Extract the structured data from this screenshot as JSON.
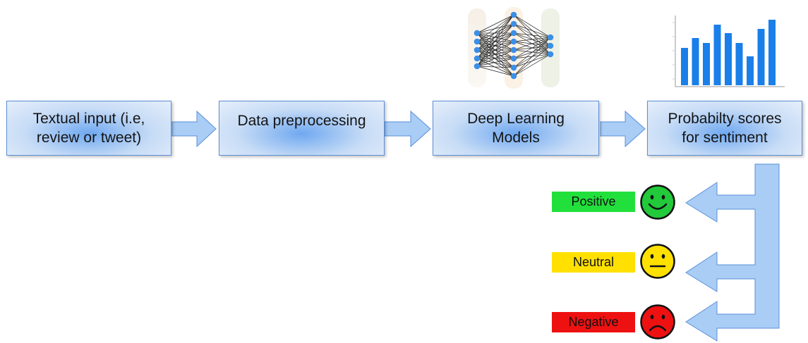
{
  "pipeline": {
    "stages": [
      {
        "label": "Textual input (i.e,\nreview or tweet)"
      },
      {
        "label": "Data preprocessing"
      },
      {
        "label": "Deep Learning\nModels"
      },
      {
        "label": "Probabilty scores\nfor sentiment"
      }
    ]
  },
  "outputs": [
    {
      "label": "Positive",
      "color": "#22e03c",
      "face": "smile-face"
    },
    {
      "label": "Neutral",
      "color": "#ffe000",
      "face": "neutral-face"
    },
    {
      "label": "Negative",
      "color": "#ee1111",
      "face": "frown-face"
    }
  ],
  "colors": {
    "stage_border": "#5b8fd8",
    "arrow_fill": "#a9cdf5",
    "arrow_stroke": "#5b8fd8",
    "node_blue": "#3b8fe6",
    "bar_blue": "#1a7fe8"
  }
}
